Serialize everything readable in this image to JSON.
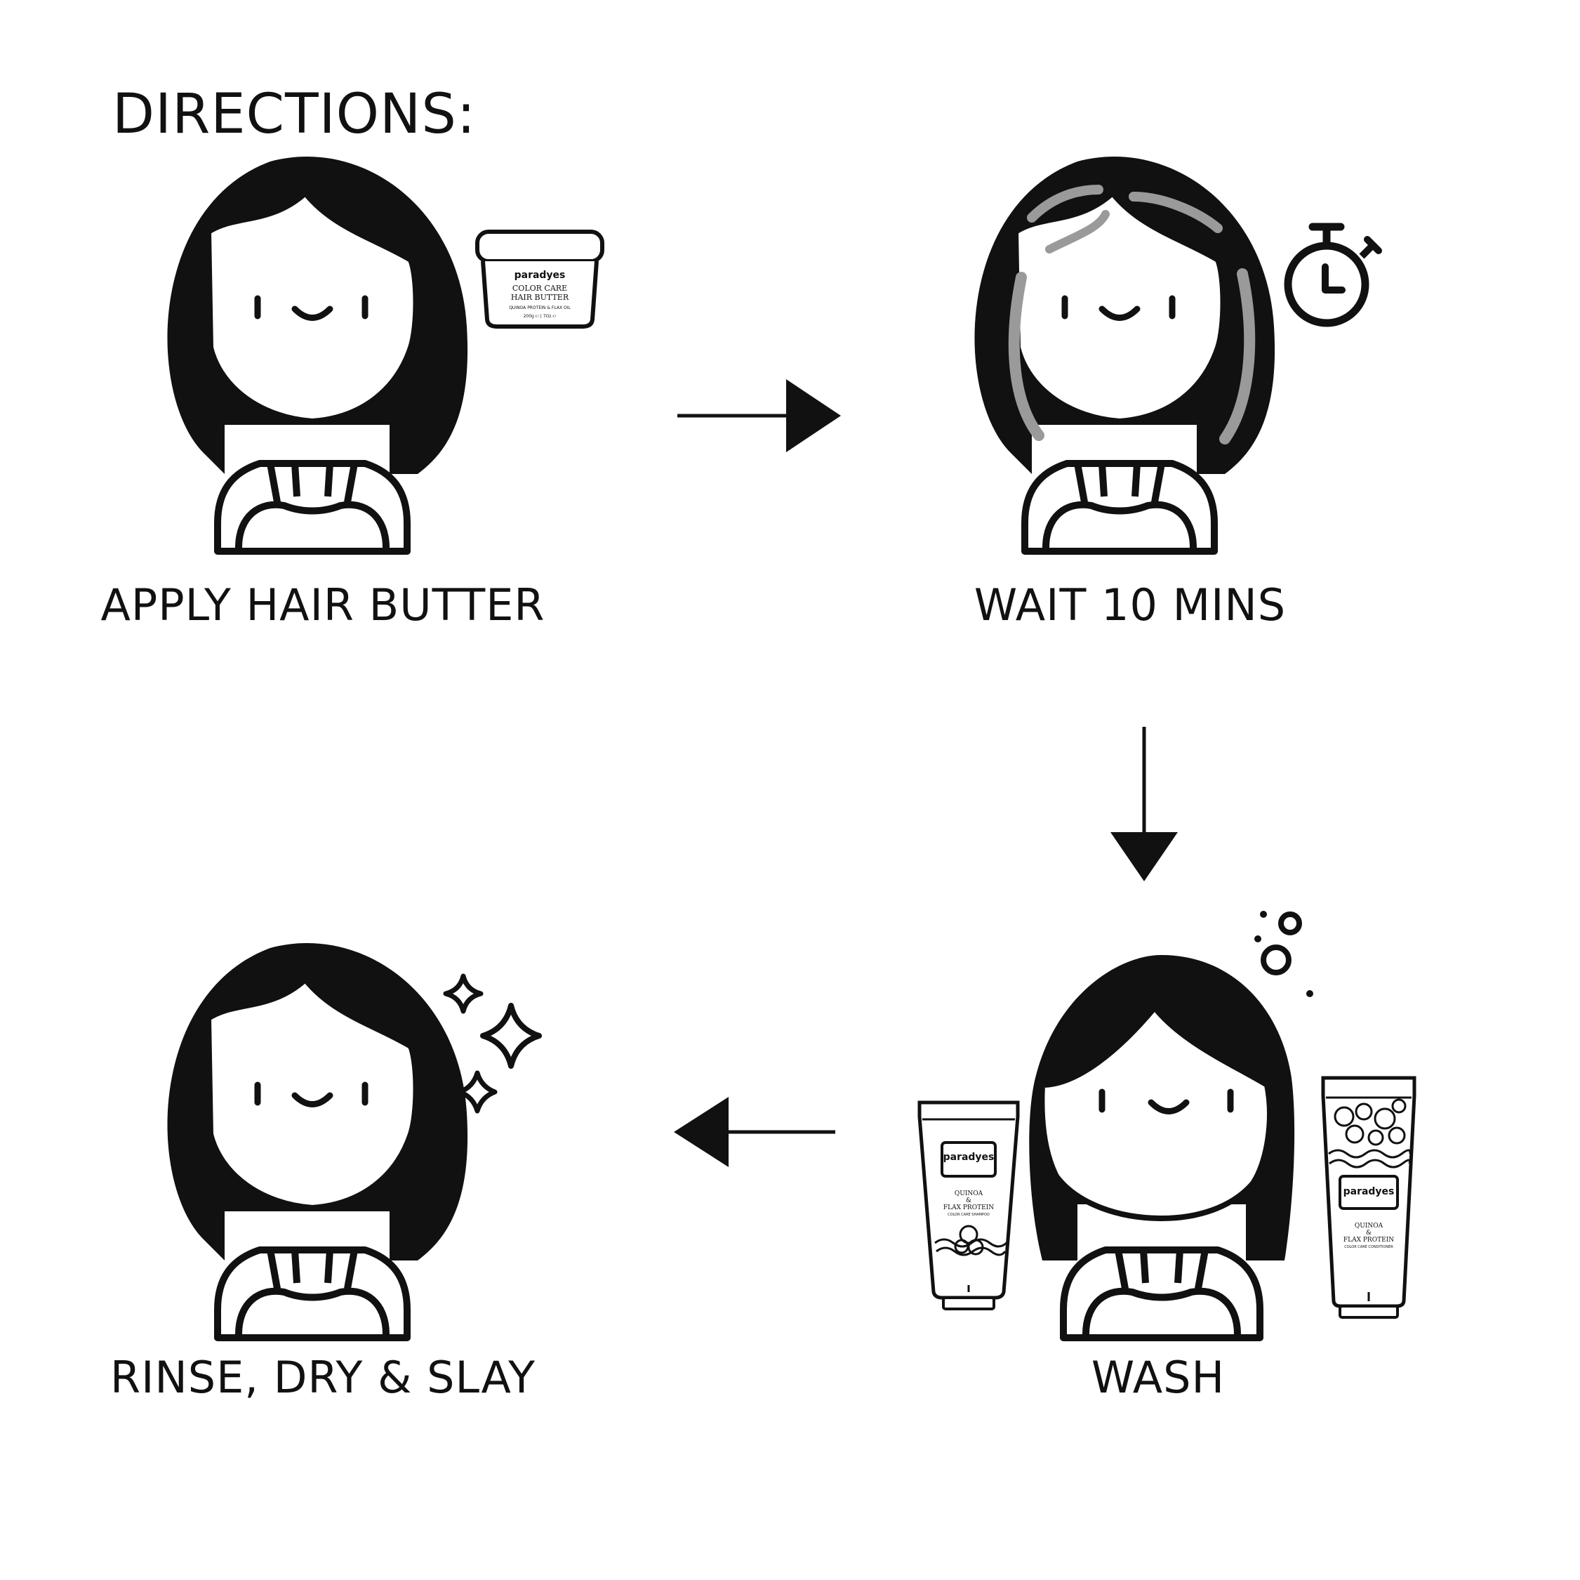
{
  "title": "DIRECTIONS:",
  "steps": [
    {
      "label": "APPLY HAIR BUTTER",
      "prop_icon": "hair-butter-jar-icon"
    },
    {
      "label": "WAIT 10 MINS",
      "prop_icon": "stopwatch-icon"
    },
    {
      "label": "WASH",
      "prop_icon": "bubbles-icon"
    },
    {
      "label": "RINSE, DRY & SLAY",
      "prop_icon": "sparkles-icon"
    }
  ],
  "jar": {
    "brand": "paradyes",
    "line1": "COLOR CARE",
    "line2": "HAIR BUTTER",
    "line3": "QUINOA PROTEIN & FLAX OIL",
    "line4": "200g ℮ | 7Oz ℮"
  },
  "shampoo_tube": {
    "brand": "paradyes",
    "line1": "QUINOA",
    "line2": "&",
    "line3": "FLAX PROTEIN",
    "line4": "COLOR CARE SHAMPOO"
  },
  "conditioner_tube": {
    "brand": "paradyes",
    "line1": "QUINOA",
    "line2": "&",
    "line3": "FLAX PROTEIN",
    "line4": "COLOR CARE CONDITIONER"
  },
  "colors": {
    "ink": "#111111",
    "highlight": "#9a9a9a",
    "paper": "#ffffff"
  }
}
